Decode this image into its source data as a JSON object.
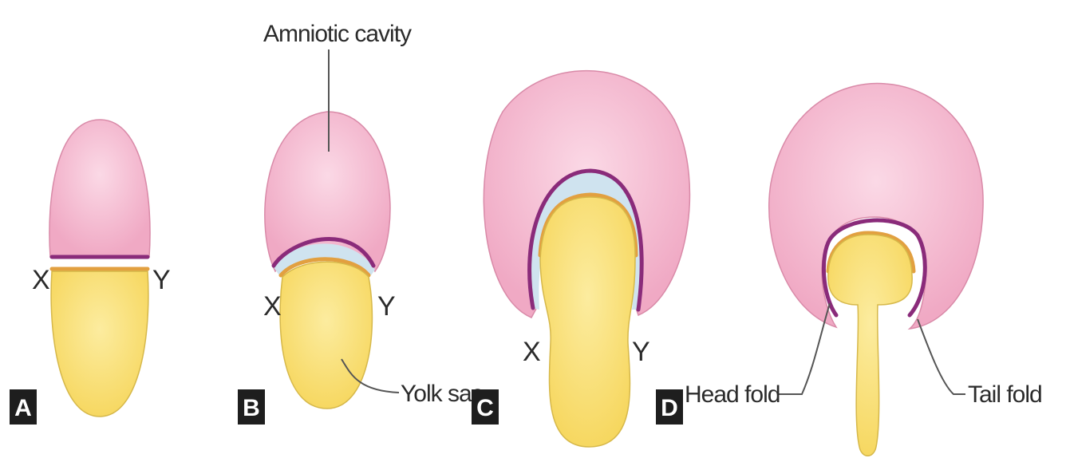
{
  "labels": {
    "amniotic_cavity": "Amniotic cavity",
    "yolk_sac": "Yolk sac",
    "head_fold": "Head fold",
    "tail_fold": "Tail fold",
    "x": "X",
    "y": "Y"
  },
  "panels": [
    "A",
    "B",
    "C",
    "D"
  ],
  "colors": {
    "amniotic_cavity": "#f3b8cf",
    "yolk_sac": "#f9e07a",
    "ectoderm_line": "#8a2b7a",
    "endoderm_line": "#e2a040",
    "mesoderm": "#cfe3ef"
  }
}
